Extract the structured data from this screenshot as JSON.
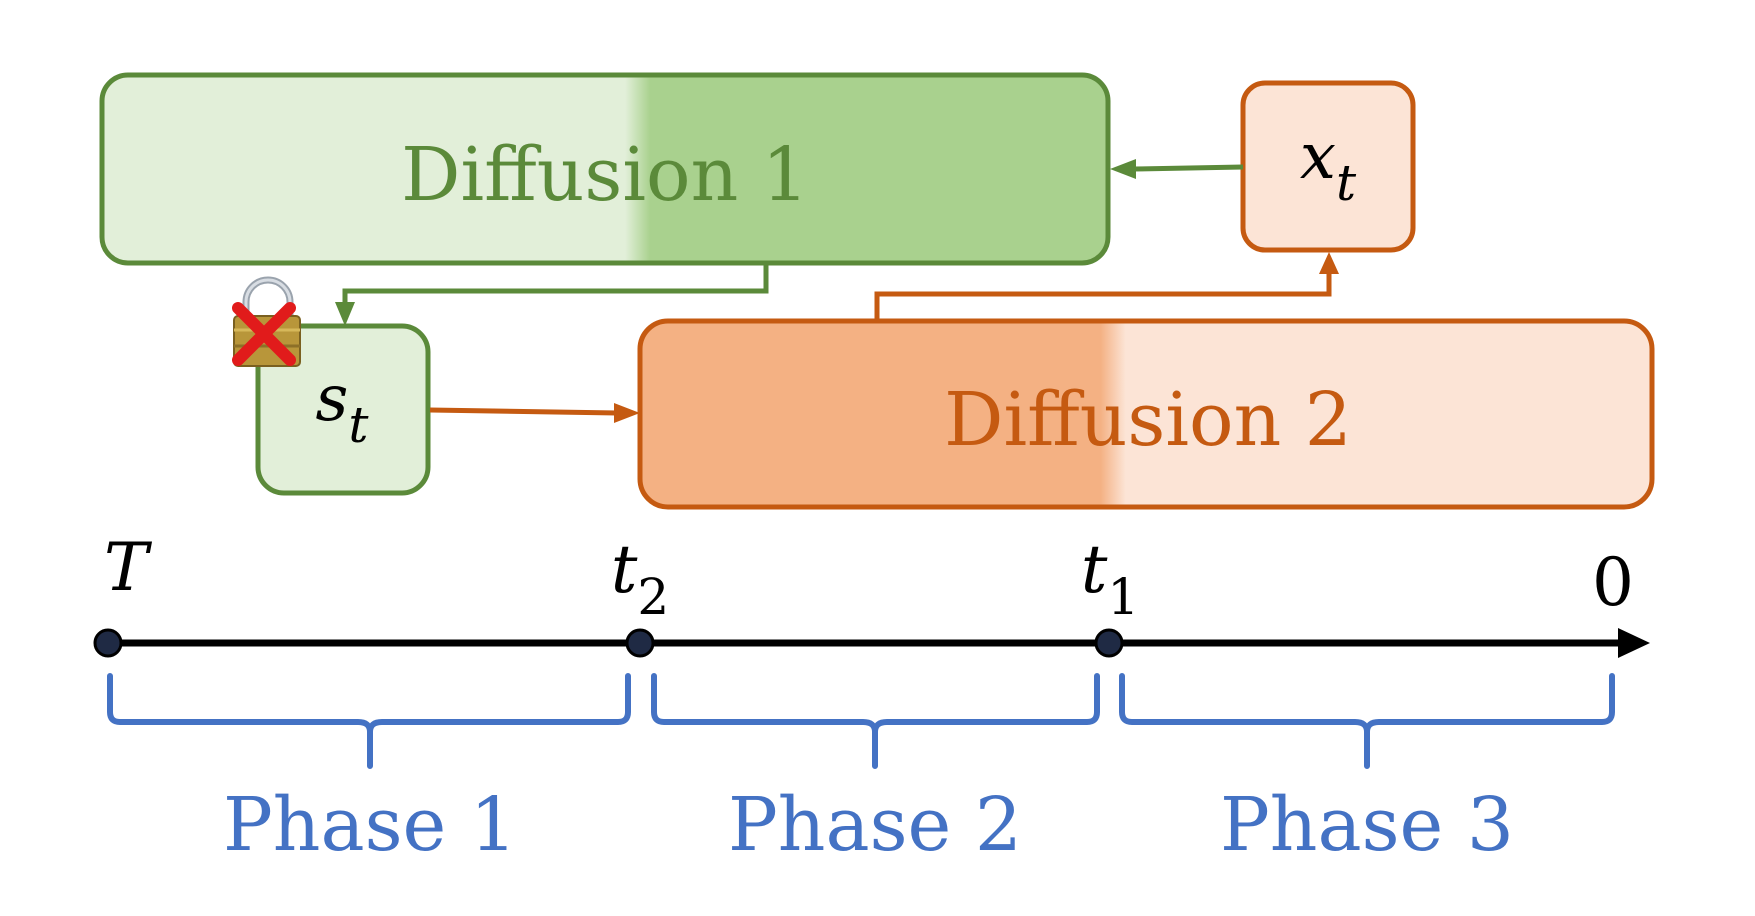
{
  "diagram": {
    "diffusion1": {
      "label": "Diffusion 1",
      "color": "#5b8a3a",
      "fill_light": "#e2efd9",
      "fill_dark": "#a9d18e"
    },
    "diffusion2": {
      "label": "Diffusion 2",
      "color": "#c55a11",
      "fill_light": "#fce4d6",
      "fill_dark": "#f4b183"
    },
    "node_x": {
      "symbol": "x",
      "subscript": "t",
      "fill": "#fce4d6",
      "color": "#c55a11"
    },
    "node_s": {
      "symbol": "s",
      "subscript": "t",
      "fill": "#e2efd9",
      "color": "#5b8a3a",
      "badge_icon": "locked-padlock-with-red-x"
    },
    "timeline": {
      "points": [
        {
          "symbol": "T",
          "subscript": ""
        },
        {
          "symbol": "t",
          "subscript": "2"
        },
        {
          "symbol": "t",
          "subscript": "1"
        },
        {
          "symbol": "0",
          "subscript": ""
        }
      ],
      "phases": [
        "Phase 1",
        "Phase 2",
        "Phase 3"
      ],
      "phase_color": "#4472c4",
      "axis_color": "#000000",
      "dot_color": "#1f2a44"
    }
  }
}
